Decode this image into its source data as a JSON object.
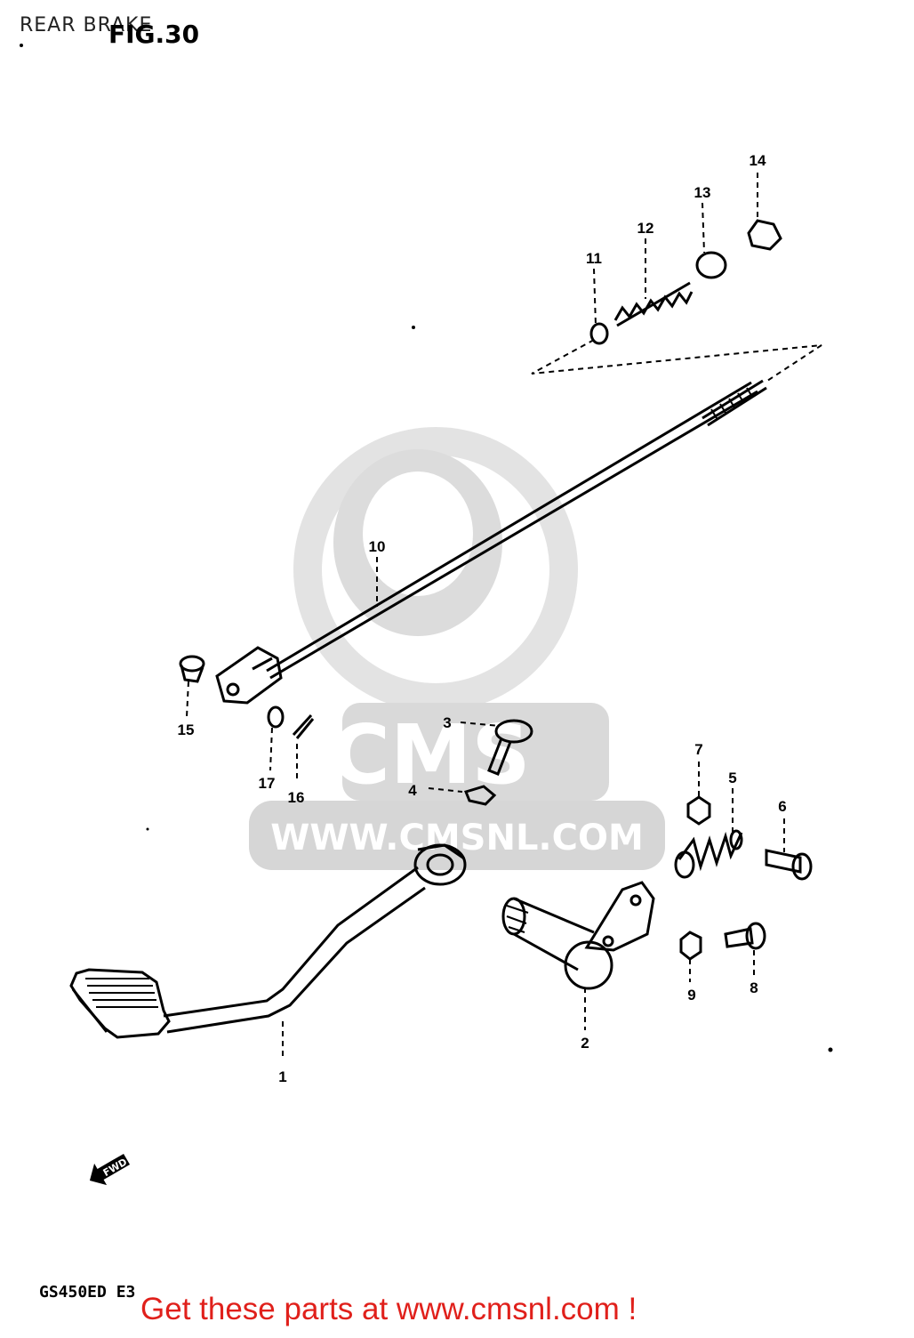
{
  "header": {
    "title": "REAR BRAKE",
    "figure": "FIG.30"
  },
  "footer": {
    "model": "GS450ED  E3",
    "cta": "Get these parts at www.cmsnl.com !"
  },
  "watermark": {
    "logo": "CMS",
    "url": "WWW.CMSNL.COM"
  },
  "direction_label": "FWD",
  "callouts": [
    "1",
    "2",
    "3",
    "4",
    "5",
    "6",
    "7",
    "8",
    "9",
    "10",
    "11",
    "12",
    "13",
    "14",
    "15",
    "16",
    "17"
  ],
  "colors": {
    "cta": "#e0201b",
    "watermark": "#d9d9d9",
    "ink": "#000000"
  }
}
